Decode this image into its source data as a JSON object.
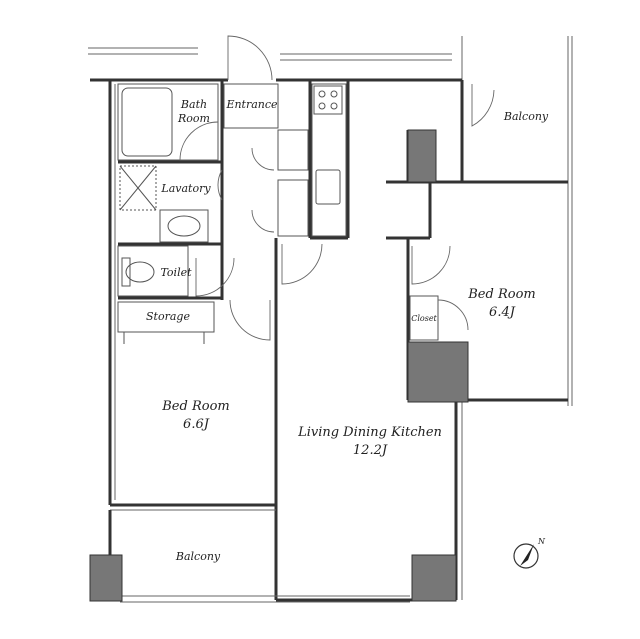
{
  "rooms": {
    "bath_room": [
      "Bath",
      "Room"
    ],
    "entrance": "Entrance",
    "lavatory": "Lavatory",
    "toilet": "Toilet",
    "storage": "Storage",
    "closet": "Closet",
    "bed_room_1": {
      "name": "Bed Room",
      "size": "6.6J"
    },
    "bed_room_2": {
      "name": "Bed Room",
      "size": "6.4J"
    },
    "ldk": {
      "name": "Living Dining Kitchen",
      "size": "12.2J"
    },
    "balcony_top": "Balcony",
    "balcony_bottom": "Balcony"
  },
  "compass": {
    "label": "N"
  },
  "colors": {
    "wall": "#333333",
    "column": "#777777",
    "line": "#666666"
  }
}
